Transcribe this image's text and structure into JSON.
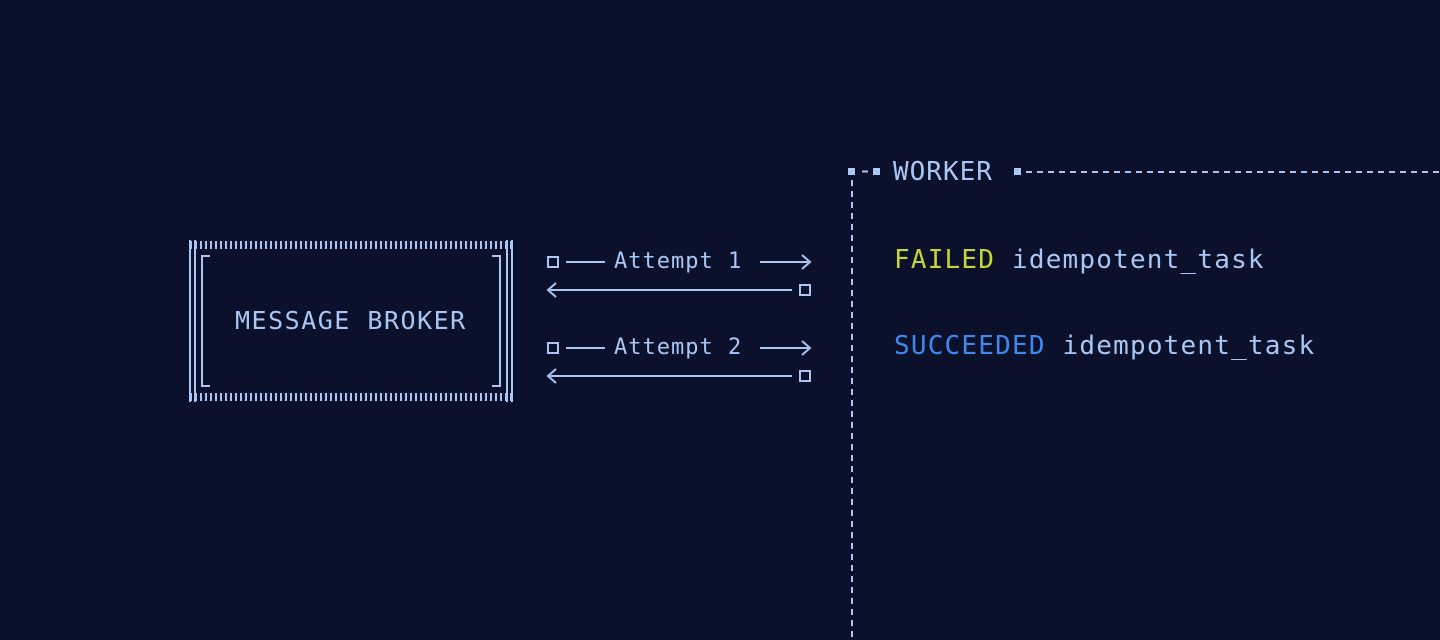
{
  "broker": {
    "label": "MESSAGE BROKER"
  },
  "attempts": [
    {
      "label": "Attempt 1"
    },
    {
      "label": "Attempt 2"
    }
  ],
  "worker": {
    "title": "WORKER",
    "rows": [
      {
        "status": "FAILED",
        "task": "idempotent_task"
      },
      {
        "status": "SUCCEEDED",
        "task": "idempotent_task"
      }
    ]
  },
  "colors": {
    "background": "#0b112a",
    "line": "#a9c6f5",
    "failed": "#c5d631",
    "succeeded": "#3f89ee"
  }
}
